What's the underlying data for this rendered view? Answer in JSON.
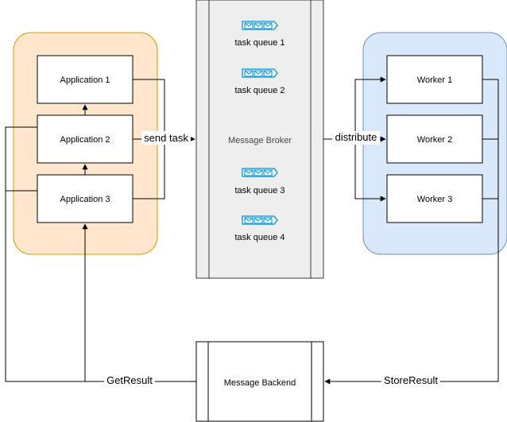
{
  "applications": {
    "items": [
      "Application 1",
      "Application 2",
      "Application 3"
    ]
  },
  "broker": {
    "label": "Message Broker",
    "queues": [
      "task queue 1",
      "task queue 2",
      "task queue 3",
      "task queue 4"
    ],
    "queue_icon": "envelope-queue-icon"
  },
  "workers": {
    "items": [
      "Worker 1",
      "Worker 2",
      "Worker 3"
    ]
  },
  "backend": {
    "label": "Message Backend"
  },
  "edges": {
    "send_task": "send task",
    "distribute": "distribute",
    "store_result": "StoreResult",
    "get_result": "GetResult"
  },
  "colors": {
    "app_group_fill": "#ffe6cc",
    "app_group_stroke": "#d79b00",
    "worker_group_fill": "#dae8fc",
    "worker_group_stroke": "#6c8ebf",
    "broker_fill": "#eeeeee",
    "queue_icon": "#1ba1e2"
  }
}
